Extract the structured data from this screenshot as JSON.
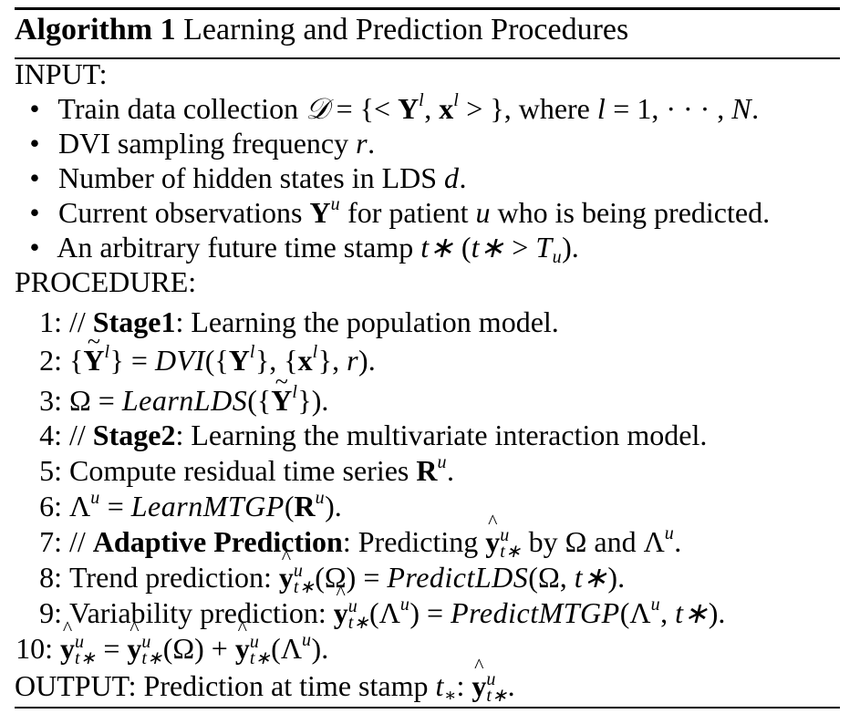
{
  "title_bold": "Algorithm 1",
  "title_rest": " Learning and Prediction Procedures",
  "input_label": "INPUT:",
  "inputs": [
    {
      "a": "Train data collection ",
      "b": ", where ",
      "c": "."
    },
    {
      "a": "DVI sampling frequency ",
      "b": "."
    },
    {
      "a": "Number of hidden states in LDS ",
      "b": "."
    },
    {
      "a": "Current observations ",
      "b": " for patient ",
      "c": " who is being predicted."
    },
    {
      "a": "An arbitrary future time stamp ",
      "b": "."
    }
  ],
  "procedure_label": "PROCEDURE:",
  "steps": [
    {
      "n": "1:",
      "a": "// ",
      "bold": "Stage1",
      "c": ": Learning the population model."
    },
    {
      "n": "2:"
    },
    {
      "n": "3:"
    },
    {
      "n": "4:",
      "a": "// ",
      "bold": "Stage2",
      "c": ": Learning the multivariate interaction model."
    },
    {
      "n": "5:",
      "a": "Compute residual time series "
    },
    {
      "n": "6:"
    },
    {
      "n": "7:",
      "a": "// ",
      "bold": "Adaptive Prediction",
      "c": ": Predicting ",
      "d": " by ",
      "e": " and "
    },
    {
      "n": "8:",
      "a": "Trend prediction: "
    },
    {
      "n": "9:",
      "a": "Variability prediction: "
    },
    {
      "n": "10:"
    }
  ],
  "output_label": "OUTPUT:",
  "output_text": " Prediction at time stamp ",
  "math": {
    "D": "𝒟",
    "Y": "Y",
    "x": "x",
    "R": "R",
    "y": "y",
    "l": "l",
    "u": "u",
    "N": "N",
    "r": "r",
    "d": "d",
    "t": "t",
    "T": "T",
    "star": "∗",
    "Omega": "Ω",
    "Lambda": "Λ",
    "eq": " = ",
    "plus": " + ",
    "gt": " > ",
    "lt": "< ",
    "dots": "1, · · · , ",
    "DVI": "DVI",
    "LearnLDS": "LearnLDS",
    "LearnMTGP": "LearnMTGP",
    "PredictLDS": "PredictLDS",
    "PredictMTGP": "PredictMTGP",
    "tstar": "t∗"
  }
}
